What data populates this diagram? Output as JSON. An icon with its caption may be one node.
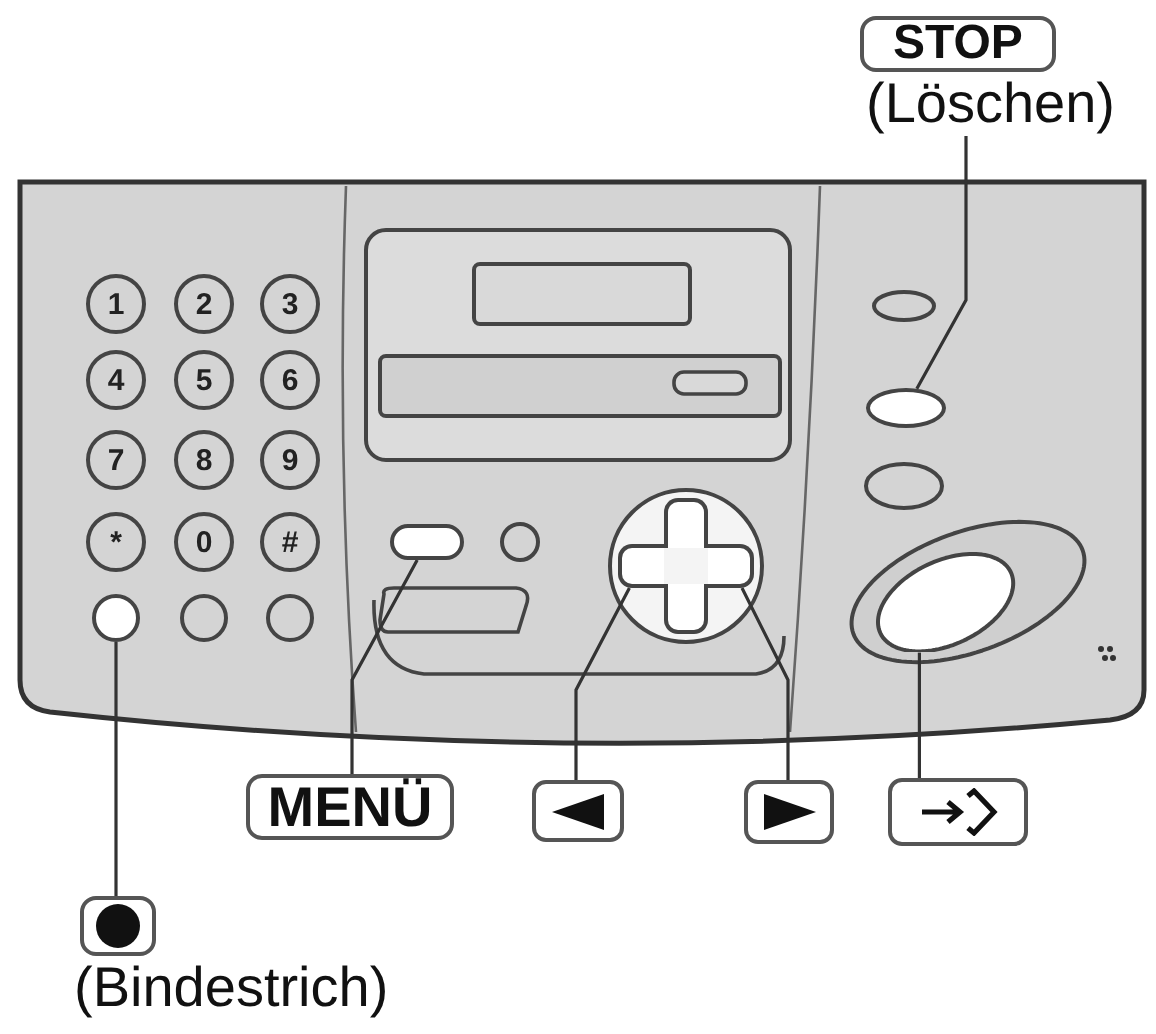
{
  "diagram": {
    "nodes": [
      {
        "text": [
          "STOP",
          "(Löschen)"
        ]
      },
      {
        "text": [
          "1"
        ]
      },
      {
        "text": [
          "2"
        ]
      },
      {
        "text": [
          "3"
        ]
      },
      {
        "text": [
          "4"
        ]
      },
      {
        "text": [
          "5"
        ]
      },
      {
        "text": [
          "6"
        ]
      },
      {
        "text": [
          "7"
        ]
      },
      {
        "text": [
          "8"
        ]
      },
      {
        "text": [
          "9"
        ]
      },
      {
        "text": [
          "*"
        ]
      },
      {
        "text": [
          "0"
        ]
      },
      {
        "text": [
          "#"
        ]
      },
      {
        "text": [],
        "shape": "circle"
      },
      {
        "text": [],
        "shape": "circle"
      },
      {
        "text": [],
        "shape": "circle"
      },
      {
        "text": [],
        "shape": "oval"
      },
      {
        "text": [],
        "shape": "box"
      },
      {
        "text": [],
        "shape": "box"
      },
      {
        "text": [],
        "shape": "box"
      },
      {
        "text": [],
        "shape": "oval"
      },
      {
        "text": [
          "MENÜ"
        ]
      },
      {
        "text": [],
        "shape": "box"
      },
      {
        "text": [],
        "shape": "box"
      },
      {
        "text": [],
        "shape": "box"
      },
      {
        "text": [
          "(Bindestrich)"
        ]
      }
    ],
    "edges": [
      {
        "from": 0,
        "to": 16,
        "arrow": "none"
      },
      {
        "from": 21,
        "to": 17,
        "arrow": "none"
      },
      {
        "from": 22,
        "to": 18,
        "arrow": "none"
      },
      {
        "from": 23,
        "to": 19,
        "arrow": "none"
      },
      {
        "from": 24,
        "to": 20,
        "arrow": "none"
      },
      {
        "from": 25,
        "to": 13,
        "arrow": "none"
      }
    ]
  }
}
